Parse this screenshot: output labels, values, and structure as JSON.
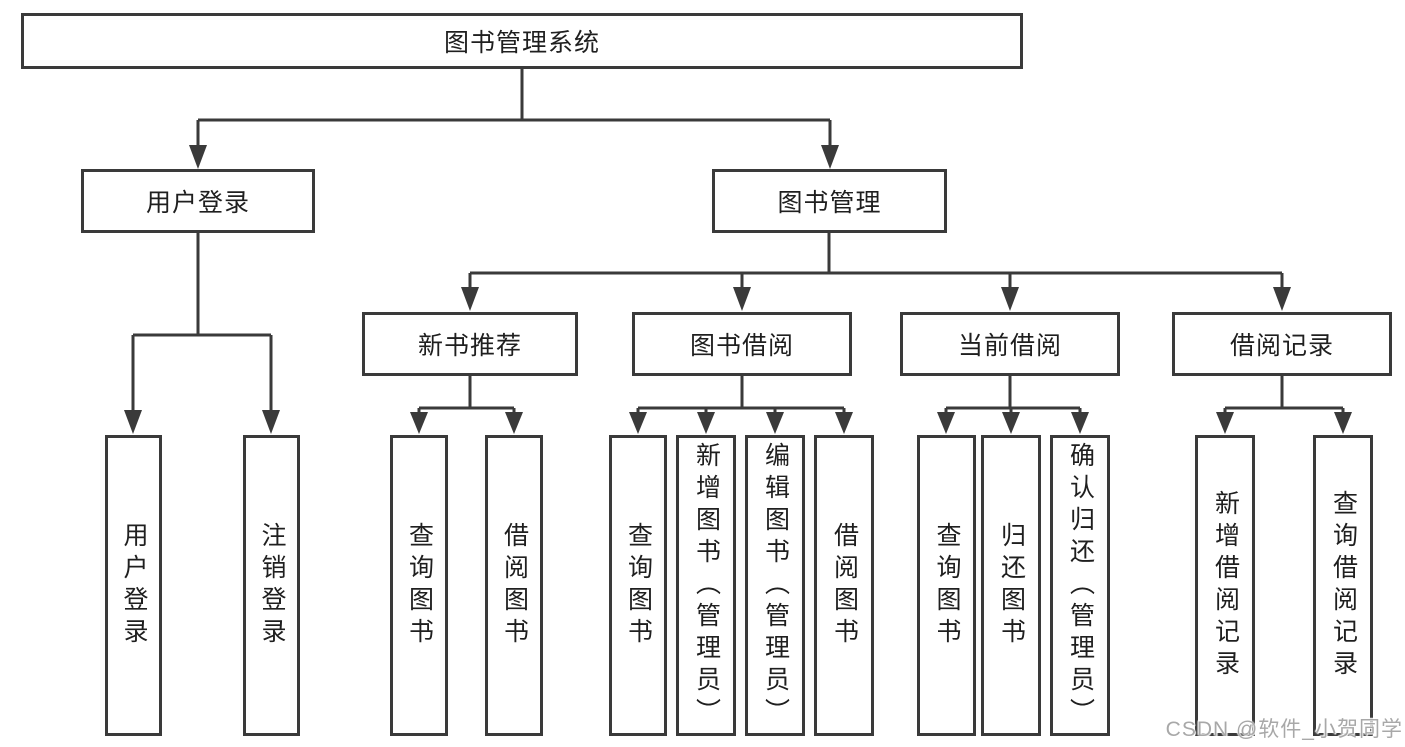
{
  "diagram": {
    "type": "tree",
    "root": {
      "label": "图书管理系统"
    },
    "branches": [
      {
        "label": "用户登录",
        "children": [
          {
            "label": "用户登录"
          },
          {
            "label": "注销登录"
          }
        ]
      },
      {
        "label": "图书管理",
        "children": [
          {
            "label": "新书推荐",
            "children": [
              {
                "label": "查询图书"
              },
              {
                "label": "借阅图书"
              }
            ]
          },
          {
            "label": "图书借阅",
            "children": [
              {
                "label": "查询图书"
              },
              {
                "label": "新增图书（管理员）"
              },
              {
                "label": "编辑图书（管理员）"
              },
              {
                "label": "借阅图书"
              }
            ]
          },
          {
            "label": "当前借阅",
            "children": [
              {
                "label": "查询图书"
              },
              {
                "label": "归还图书"
              },
              {
                "label": "确认归还（管理员）"
              }
            ]
          },
          {
            "label": "借阅记录",
            "children": [
              {
                "label": "新增借阅记录"
              },
              {
                "label": "查询借阅记录"
              }
            ]
          }
        ]
      }
    ]
  },
  "colors": {
    "line": "#3a3a3a",
    "text": "#1f1f1f",
    "box_background": "#ffffff",
    "watermark": "#a8a8a8",
    "background": "#ffffff"
  },
  "watermark": {
    "text": "CSDN @软件_小贺同学"
  }
}
